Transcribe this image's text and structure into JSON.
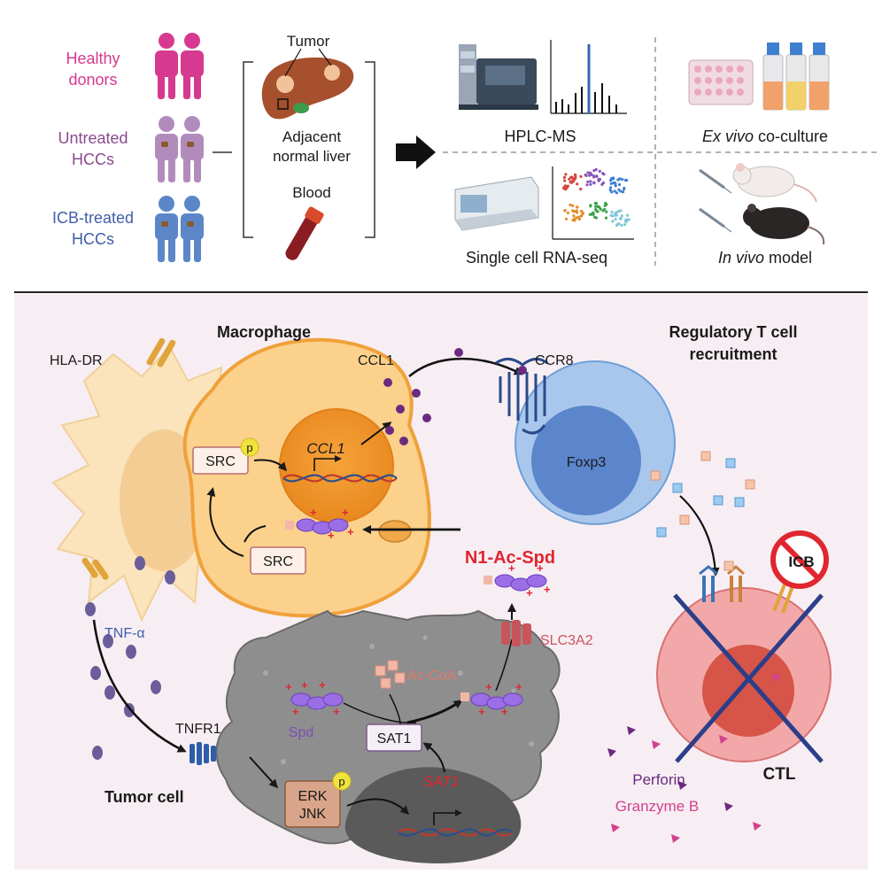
{
  "top_panel": {
    "groups": [
      {
        "label_line1": "Healthy",
        "label_line2": "donors",
        "color": "#d6398f"
      },
      {
        "label_line1": "Untreated",
        "label_line2": "HCCs",
        "color": "#8a4a8e"
      },
      {
        "label_line1": "ICB-treated",
        "label_line2": "HCCs",
        "color": "#3f5ea8"
      }
    ],
    "samples": {
      "tumor": "Tumor",
      "adjacent_line1": "Adjacent",
      "adjacent_line2": "normal liver",
      "blood": "Blood"
    },
    "methods": {
      "hplc": "HPLC-MS",
      "exvivo_italic": "Ex vivo",
      "exvivo_rest": " co-culture",
      "scrna": "Single cell RNA-seq",
      "invivo_italic": "In vivo",
      "invivo_rest": " model"
    }
  },
  "bottom_panel": {
    "macrophage": "Macrophage",
    "hla_dr": "HLA-DR",
    "ccl1": "CCL1",
    "ccl1_gene": "CCL1",
    "src_p": "SRC",
    "src": "SRC",
    "p": "p",
    "n1_ac_spd": "N1-Ac-Spd",
    "ccr8": "CCR8",
    "foxp3": "Foxp3",
    "treg_line1": "Regulatory T cell",
    "treg_line2": "recruitment",
    "icb": "ICB",
    "ctl": "CTL",
    "tnf_alpha": "TNF-α",
    "tnfr1": "TNFR1",
    "tumor_cell": "Tumor cell",
    "erk": "ERK",
    "jnk": "JNK",
    "sat1_protein": "SAT1",
    "sat1_gene": "SAT1",
    "spd": "Spd",
    "ac_coa": "Ac-CoA",
    "slc3a2": "SLC3A2",
    "perforin": "Perforin",
    "granzyme": "Granzyme B"
  },
  "colors": {
    "healthy": "#d6398f",
    "untreated": "#9b6aa6",
    "icb_treated": "#4f79c0",
    "n1_label": "#e0262f",
    "slc3a2": "#c9545a",
    "spd": "#7a4fb5",
    "perforin": "#6b2a7f",
    "granzyme": "#d4418e",
    "bottom_bg": "#f7eef4"
  }
}
